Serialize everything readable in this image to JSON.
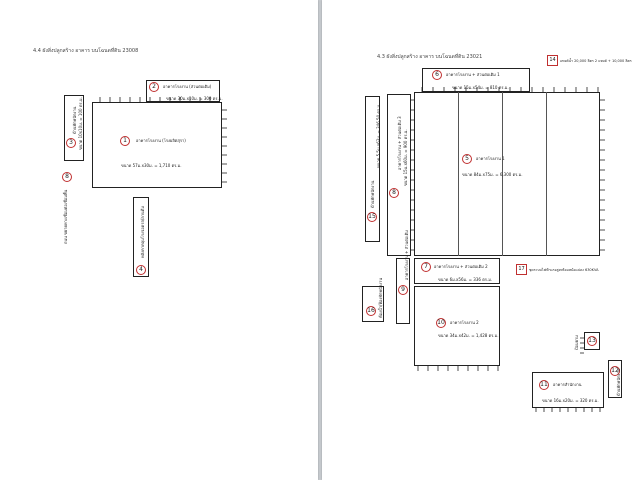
{
  "left_page": {
    "heading": "4.4 ผังสิ่งปลูกสร้าง อาคาร บนโฉนดที่ดิน 23008",
    "buildings": [
      {
        "no": "1",
        "name": "อาคารโรงงาน (โรงผลิตสุรา)",
        "size": "ขนาด 57ม.x30ม. = 1,710 ตร.ม."
      },
      {
        "no": "2",
        "name": "อาคารโรงงาน (ส่วนต่อเติม)",
        "size": "ขนาด 30ม.x10ม. = 300 ตร.ม."
      },
      {
        "no": "3",
        "name": "บ้านพักพนักงาน",
        "size": "ขนาด 10x10ม. = 100 ตร.ม."
      },
      {
        "no": "4",
        "name": "หลังคาคลุมโรงจอดรถ/ลานต้ม"
      },
      {
        "no": "8",
        "name": "ถนน ขยายทางเชื่อมต่อเชื่อมพื้น"
      }
    ]
  },
  "right_page": {
    "heading": "4.3 ผังสิ่งปลูกสร้าง อาคาร บนโฉนดที่ดิน 23021",
    "buildings": [
      {
        "no": "5",
        "name": "อาคารโรงงาน 1",
        "size": "ขนาด 84ม.x75ม. = 6,300 ตร.ม."
      },
      {
        "no": "6",
        "name": "อาคารโรงงาน + ส่วนต่อเติม 1",
        "size": "ขนาด 15ม.x54ม. = 810 ตร.ม."
      },
      {
        "no": "7",
        "name": "อาคารโรงงาน + ส่วนต่อเติม 2",
        "size": "ขนาด 6ม.x56ม. = 336 ตร.ม."
      },
      {
        "no": "8",
        "name": "อาคารโรงงาน + ส่วนต่อเติม 3",
        "size": "ขนาด 15ม.x60ม. = 900 ตร.ม."
      },
      {
        "no": "9",
        "name": "อาคารโรงงาน + ส่วนต่อเติม"
      },
      {
        "no": "10",
        "name": "อาคารโรงงาน 2",
        "size": "ขนาด 34ม.x42ม. = 1,428 ตร.ม."
      },
      {
        "no": "11",
        "name": "อาคารสำนักงาน",
        "size": "ขนาด 16ม.x20ม. = 320 ตร.ม."
      },
      {
        "no": "12",
        "name": "บ้านพักพนักงาน"
      },
      {
        "no": "13",
        "name": "ป้อมยาม"
      },
      {
        "no": "14",
        "name": "แทงค์น้ำ 20,000 ลิตร 2 แทงค์ + 10,000 ลิตร"
      },
      {
        "no": "15",
        "name": "บ้านพักพนักงาน",
        "size": "ขนาด 5.5ม.x63ม. = 346.50 ตร.ม."
      },
      {
        "no": "16",
        "name": "ห้องน้ำ/ห้องพักพนักงาน"
      },
      {
        "no": "17",
        "name": "ชุดระบบไฟฟ้าแรงสูงพร้อมหม้อแปลง 630KVA"
      }
    ]
  },
  "colors": {
    "badge_border": "#c03030",
    "line": "#222222",
    "page": "#ffffff",
    "background": "#c9cdd1"
  }
}
